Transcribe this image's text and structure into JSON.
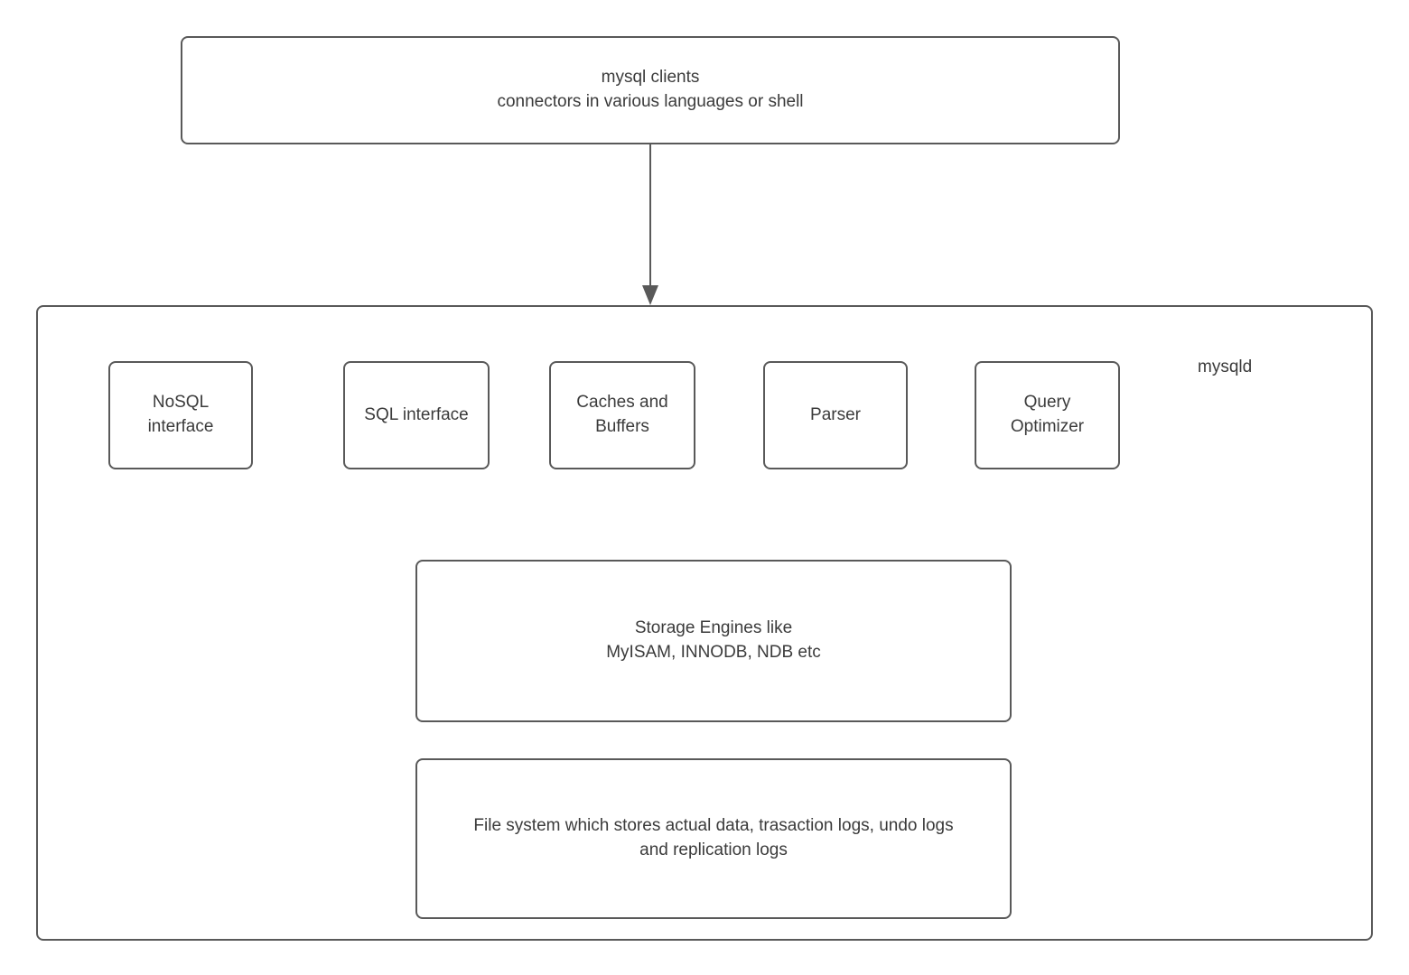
{
  "diagram": {
    "clients_box": {
      "label": "mysql clients\nconnectors in various languages or shell"
    },
    "server": {
      "label": "mysqld",
      "components": [
        {
          "label": "NoSQL\ninterface"
        },
        {
          "label": "SQL interface"
        },
        {
          "label": "Caches and\nBuffers"
        },
        {
          "label": "Parser"
        },
        {
          "label": "Query\nOptimizer"
        }
      ],
      "storage_engines_box": {
        "label": "Storage Engines like\nMyISAM, INNODB, NDB etc"
      },
      "file_system_box": {
        "label": "File system which stores actual data, trasaction logs, undo logs\nand replication logs"
      }
    },
    "connector": {
      "from": "clients_box",
      "to": "server_box",
      "direction": "down"
    }
  },
  "colors": {
    "border": "#595959",
    "text": "#3b3b3b",
    "background": "#ffffff",
    "arrow": "#595959"
  }
}
